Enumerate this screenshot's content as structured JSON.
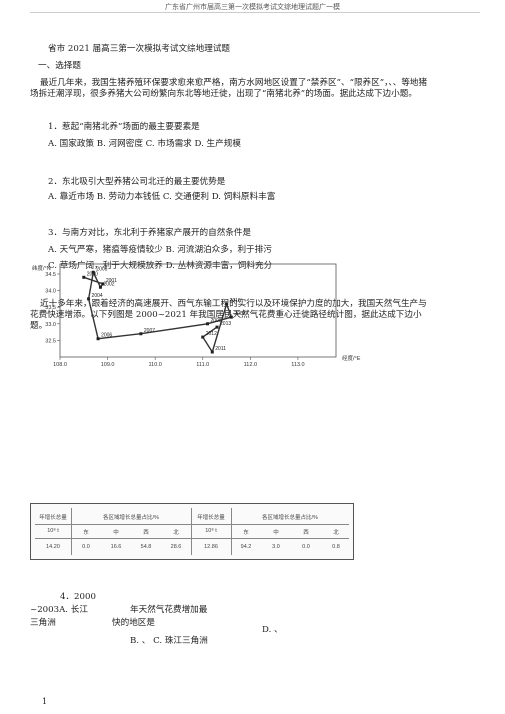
{
  "header": {
    "title": "广东省广州市届高三第一次模拟考试文综地理试题广一模"
  },
  "doc": {
    "title": "省市 2021 届高三第一次模拟考试文综地理试题",
    "section": "一、选择题",
    "intro": "最近几年来，我国生猪养殖环保要求愈来愈严格，南方水网地区设置了“禁养区”、“限养区”，、、等地猪场拆迁潮浮现，很多养猪大公司纷繁向东北等地迁徙，出现了“南猪北养”的场面。据此达成下边小题。",
    "q1": {
      "stem": "1．惹起“南猪北养”场面的最主要要素是",
      "options": "A. 国家政策    B. 河网密度    C. 市场需求    D. 生产规模"
    },
    "q2": {
      "stem": "2．东北吸引大型养猪公司北迁的最主要优势是",
      "options": "A. 靠近市场    B. 劳动力本钱低    C. 交通便利    D. 饲料原料丰富"
    },
    "q3": {
      "stem": "3．与南方对比，东北利于养猪家产展开的自然条件是",
      "opt_ab": "A. 天气严寒，猪瘟等疫情较少    B. 河流湖泊众多，利于排污",
      "opt_cd": "C. 草场广阔，利于大规模放养    D. 丛林资源丰富，饲料充分"
    },
    "intro2": "近十多年来，跟着经济的高速展开、西气东输工程的实行以及环境保护力度的加大，我国天然气生产与花费快速增添。以下列图是 2000~2021 年我国居民天然气花费重心迁徙路径统计图，据此达成下边小题。",
    "q4": {
      "num": "4．2000",
      "a": "~2003A. 长江",
      "a2": "年天然气花费增加最",
      "b": "三角洲",
      "b2": "快的地区是",
      "c": "B. 、   C. 珠江三角洲",
      "d": "D. 、"
    },
    "page_number": "1"
  },
  "chart_data": {
    "type": "line",
    "title": "",
    "ylabel": "纬度/°N",
    "xlabel": "经度/°E",
    "ylim": [
      32.0,
      34.8
    ],
    "xlim": [
      108.0,
      113.8
    ],
    "x_ticks": [
      "108.0",
      "109.0",
      "110.0",
      "111.0",
      "112.0",
      "113.0"
    ],
    "y_ticks": [
      "34.5",
      "34.0",
      "33.5",
      "33.0",
      "32.5"
    ],
    "points": [
      {
        "label": "2000",
        "lon": 108.5,
        "lat": 34.4
      },
      {
        "label": "2001",
        "lon": 108.9,
        "lat": 34.2
      },
      {
        "label": "2002",
        "lon": 108.85,
        "lat": 34.1
      },
      {
        "label": "2003",
        "lon": 108.7,
        "lat": 34.55
      },
      {
        "label": "2004",
        "lon": 108.6,
        "lat": 33.75
      },
      {
        "label": "2006",
        "lon": 108.8,
        "lat": 32.55
      },
      {
        "label": "2007",
        "lon": 109.7,
        "lat": 32.7
      },
      {
        "label": "2008",
        "lon": 111.1,
        "lat": 33.0
      },
      {
        "label": "2009",
        "lon": 111.6,
        "lat": 33.2
      },
      {
        "label": "2010",
        "lon": 111.5,
        "lat": 33.6
      },
      {
        "label": "2011",
        "lon": 111.2,
        "lat": 32.15
      },
      {
        "label": "2012",
        "lon": 111.0,
        "lat": 32.6
      },
      {
        "label": "2013",
        "lon": 111.3,
        "lat": 32.9
      }
    ]
  },
  "table": {
    "cells": [
      "年增长总量",
      "各区域增长总量占比/%",
      "年增长总量",
      "各区域增长总量占比/%",
      "10⁸ t",
      "东",
      "中",
      "西",
      "北",
      "10⁸ t",
      "东",
      "中",
      "西",
      "北",
      "14.20",
      "0.0",
      "16.6",
      "54.8",
      "28.6",
      "12.86",
      "94.2",
      "3.0",
      "0.0",
      "0.8"
    ]
  }
}
